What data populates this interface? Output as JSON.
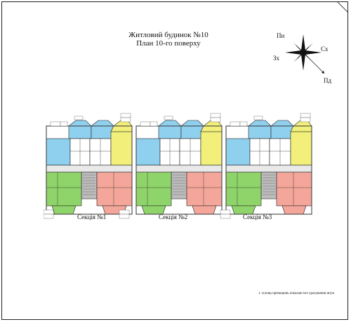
{
  "title": {
    "line1": "Житловий будинок №10",
    "line2": "План 10-го поверху"
  },
  "compass": {
    "north": "Пн",
    "east": "Сх",
    "west": "Зх",
    "south": "Пд"
  },
  "sections": [
    {
      "label": "Секція №1"
    },
    {
      "label": "Секція №2"
    },
    {
      "label": "Секція №3"
    }
  ],
  "footnote": "1. Площі приміщень показані без урахування штук",
  "colors": {
    "blue": "#8fd0ee",
    "yellow": "#f2f07a",
    "green": "#8fd46a",
    "pink": "#f4a69a",
    "wall": "#555555",
    "stair": "#bdbdbd",
    "outline": "#222222"
  }
}
